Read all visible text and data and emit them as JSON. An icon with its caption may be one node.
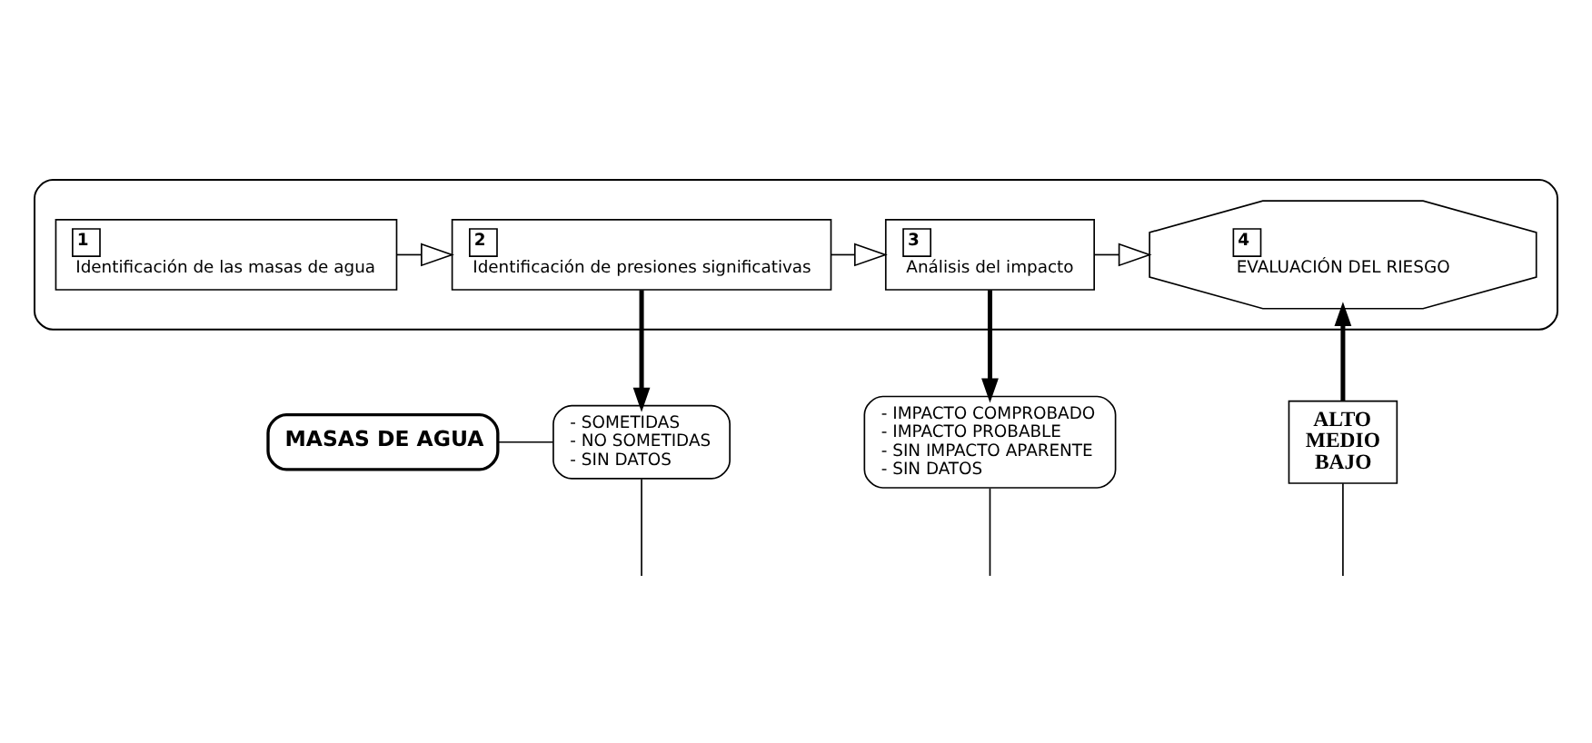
{
  "diagram": {
    "nodes": [
      {
        "text": [],
        "shape": "box"
      },
      {
        "text": [
          "1",
          "Identificación de las masas de agua"
        ],
        "in": 0
      },
      {
        "text": [
          "2",
          "Identificación de presiones significativas"
        ],
        "in": 0
      },
      {
        "text": [
          "3",
          "Análisis del impacto"
        ],
        "in": 0
      },
      {
        "text": [
          "4",
          "EVALUACIÓN DEL RIESGO"
        ],
        "in": 0
      },
      {
        "text": [
          "MASAS DE AGUA"
        ]
      },
      {
        "text": [
          "- SOMETIDAS",
          "- NO SOMETIDAS",
          "- SIN DATOS"
        ]
      },
      {
        "text": [
          "- IMPACTO COMPROBADO",
          "- IMPACTO PROBABLE",
          "- SIN IMPACTO APARENTE",
          "- SIN DATOS"
        ]
      },
      {
        "text": [
          "ALTO",
          "MEDIO",
          "BAJO"
        ]
      }
    ],
    "edges": [
      {
        "from": 1,
        "to": 2,
        "arrow": "to"
      },
      {
        "from": 2,
        "to": 3,
        "arrow": "to"
      },
      {
        "from": 3,
        "to": 4,
        "arrow": "to"
      },
      {
        "from": 2,
        "to": 6,
        "arrow": "to",
        "style": "thick"
      },
      {
        "from": 3,
        "to": 7,
        "arrow": "to",
        "style": "thick"
      },
      {
        "from": 8,
        "to": 4,
        "arrow": "to",
        "style": "thick"
      },
      {
        "from": 5,
        "to": 6,
        "arrow": "none"
      },
      {
        "from": 6,
        "to": null,
        "arrow": "none"
      },
      {
        "from": 7,
        "to": null,
        "arrow": "none"
      },
      {
        "from": 8,
        "to": null,
        "arrow": "none"
      }
    ]
  }
}
